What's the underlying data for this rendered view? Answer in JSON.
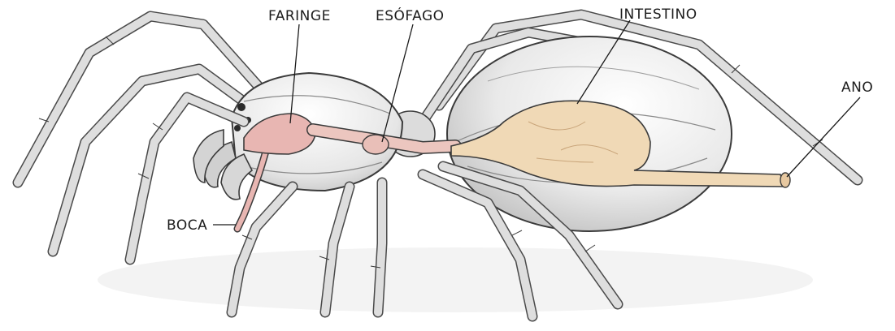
{
  "labels": {
    "faringe": "FARINGE",
    "esofago": "ESÓFAGO",
    "intestino": "INTESTINO",
    "ano": "ANO",
    "boca": "BOCA"
  },
  "colors": {
    "pharynx": "#e8b6b2",
    "gut": "#f0d9b6",
    "body": "#ececec",
    "outline": "#3b3b3b"
  }
}
